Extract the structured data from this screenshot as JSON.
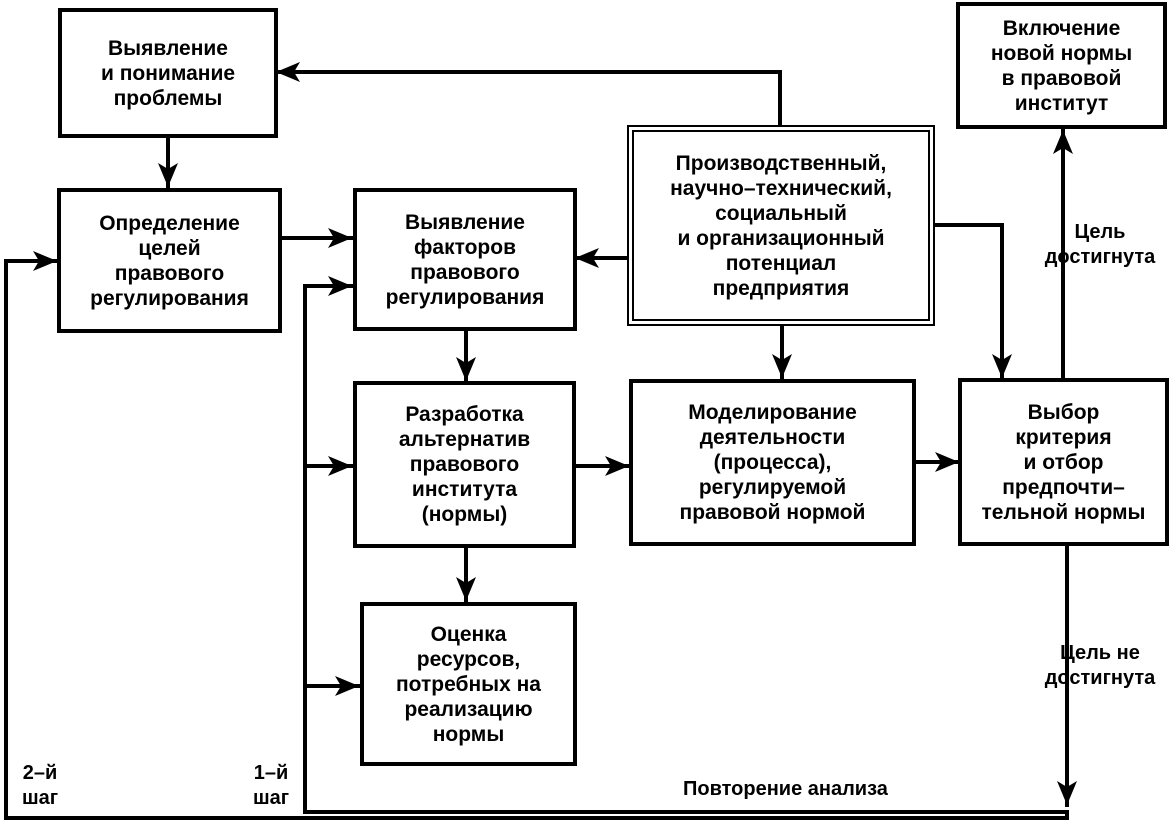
{
  "boxes": {
    "identify_problem": [
      "Выявление",
      "и понимание",
      "проблемы"
    ],
    "define_goals": [
      "Определение",
      "целей",
      "правового",
      "регулирования"
    ],
    "identify_factors": [
      "Выявление",
      "факторов",
      "правового",
      "регулирования"
    ],
    "potential": [
      "Производственный,",
      "научно–технический,",
      "социальный",
      "и организационный",
      "потенциал",
      "предприятия"
    ],
    "include_norm": [
      "Включение",
      "новой нормы",
      "в правовой",
      "институт"
    ],
    "develop_alternatives": [
      "Разработка",
      "альтернатив",
      "правового",
      "института",
      "(нормы)"
    ],
    "modeling": [
      "Моделирование",
      "деятельности",
      "(процесса),",
      "регулируемой",
      "правовой нормой"
    ],
    "choose_criterion": [
      "Выбор",
      "критерия",
      "и отбор",
      "предпочти–",
      "тельной нормы"
    ],
    "assess_resources": [
      "Оценка",
      "ресурсов,",
      "потребных на",
      "реализацию",
      "нормы"
    ]
  },
  "labels": {
    "goal_reached": [
      "Цель",
      "достигнута"
    ],
    "goal_not_reached": [
      "Цель не",
      "достигнута"
    ],
    "step2": [
      "2–й",
      "шаг"
    ],
    "step1": [
      "1–й",
      "шаг"
    ],
    "repeat_analysis": "Повторение анализа"
  }
}
